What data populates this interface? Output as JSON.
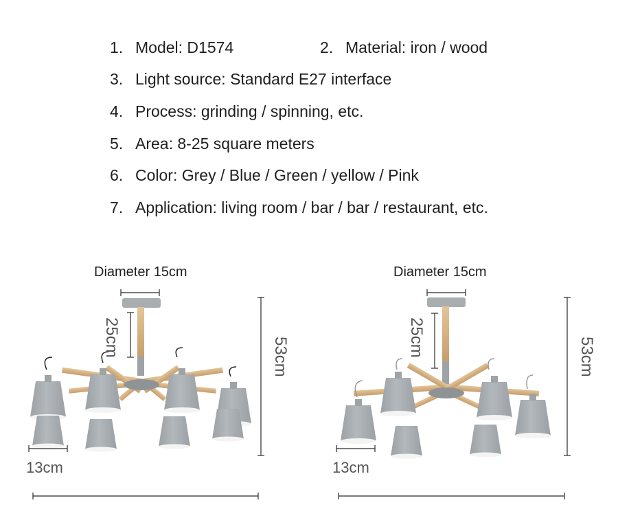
{
  "specs": [
    {
      "num": "1.",
      "text": "Model: D1574"
    },
    {
      "num": "2.",
      "text": "Material: iron / wood"
    },
    {
      "num": "3.",
      "text": "Light source: Standard E27 interface"
    },
    {
      "num": "4.",
      "text": "Process: grinding / spinning, etc."
    },
    {
      "num": "5.",
      "text": "Area: 8-25 square meters"
    },
    {
      "num": "6.",
      "text": "Color: Grey / Blue / Green / yellow / Pink"
    },
    {
      "num": "7.",
      "text": "Application: living room / bar / bar / restaurant, etc."
    }
  ],
  "left_diagram": {
    "diameter_label": "Diameter 15cm",
    "rod_label": "25cm",
    "height_label": "53cm",
    "shade_label": "13cm"
  },
  "right_diagram": {
    "diameter_label": "Diameter 15cm",
    "rod_label": "25cm",
    "height_label": "53cm",
    "shade_label": "13cm"
  },
  "colors": {
    "shade": "#a7adb0",
    "shade_inner": "#f4f4f2",
    "wood": "#d4b285",
    "metal": "#9ea3a6",
    "line": "#2a2a2a"
  }
}
